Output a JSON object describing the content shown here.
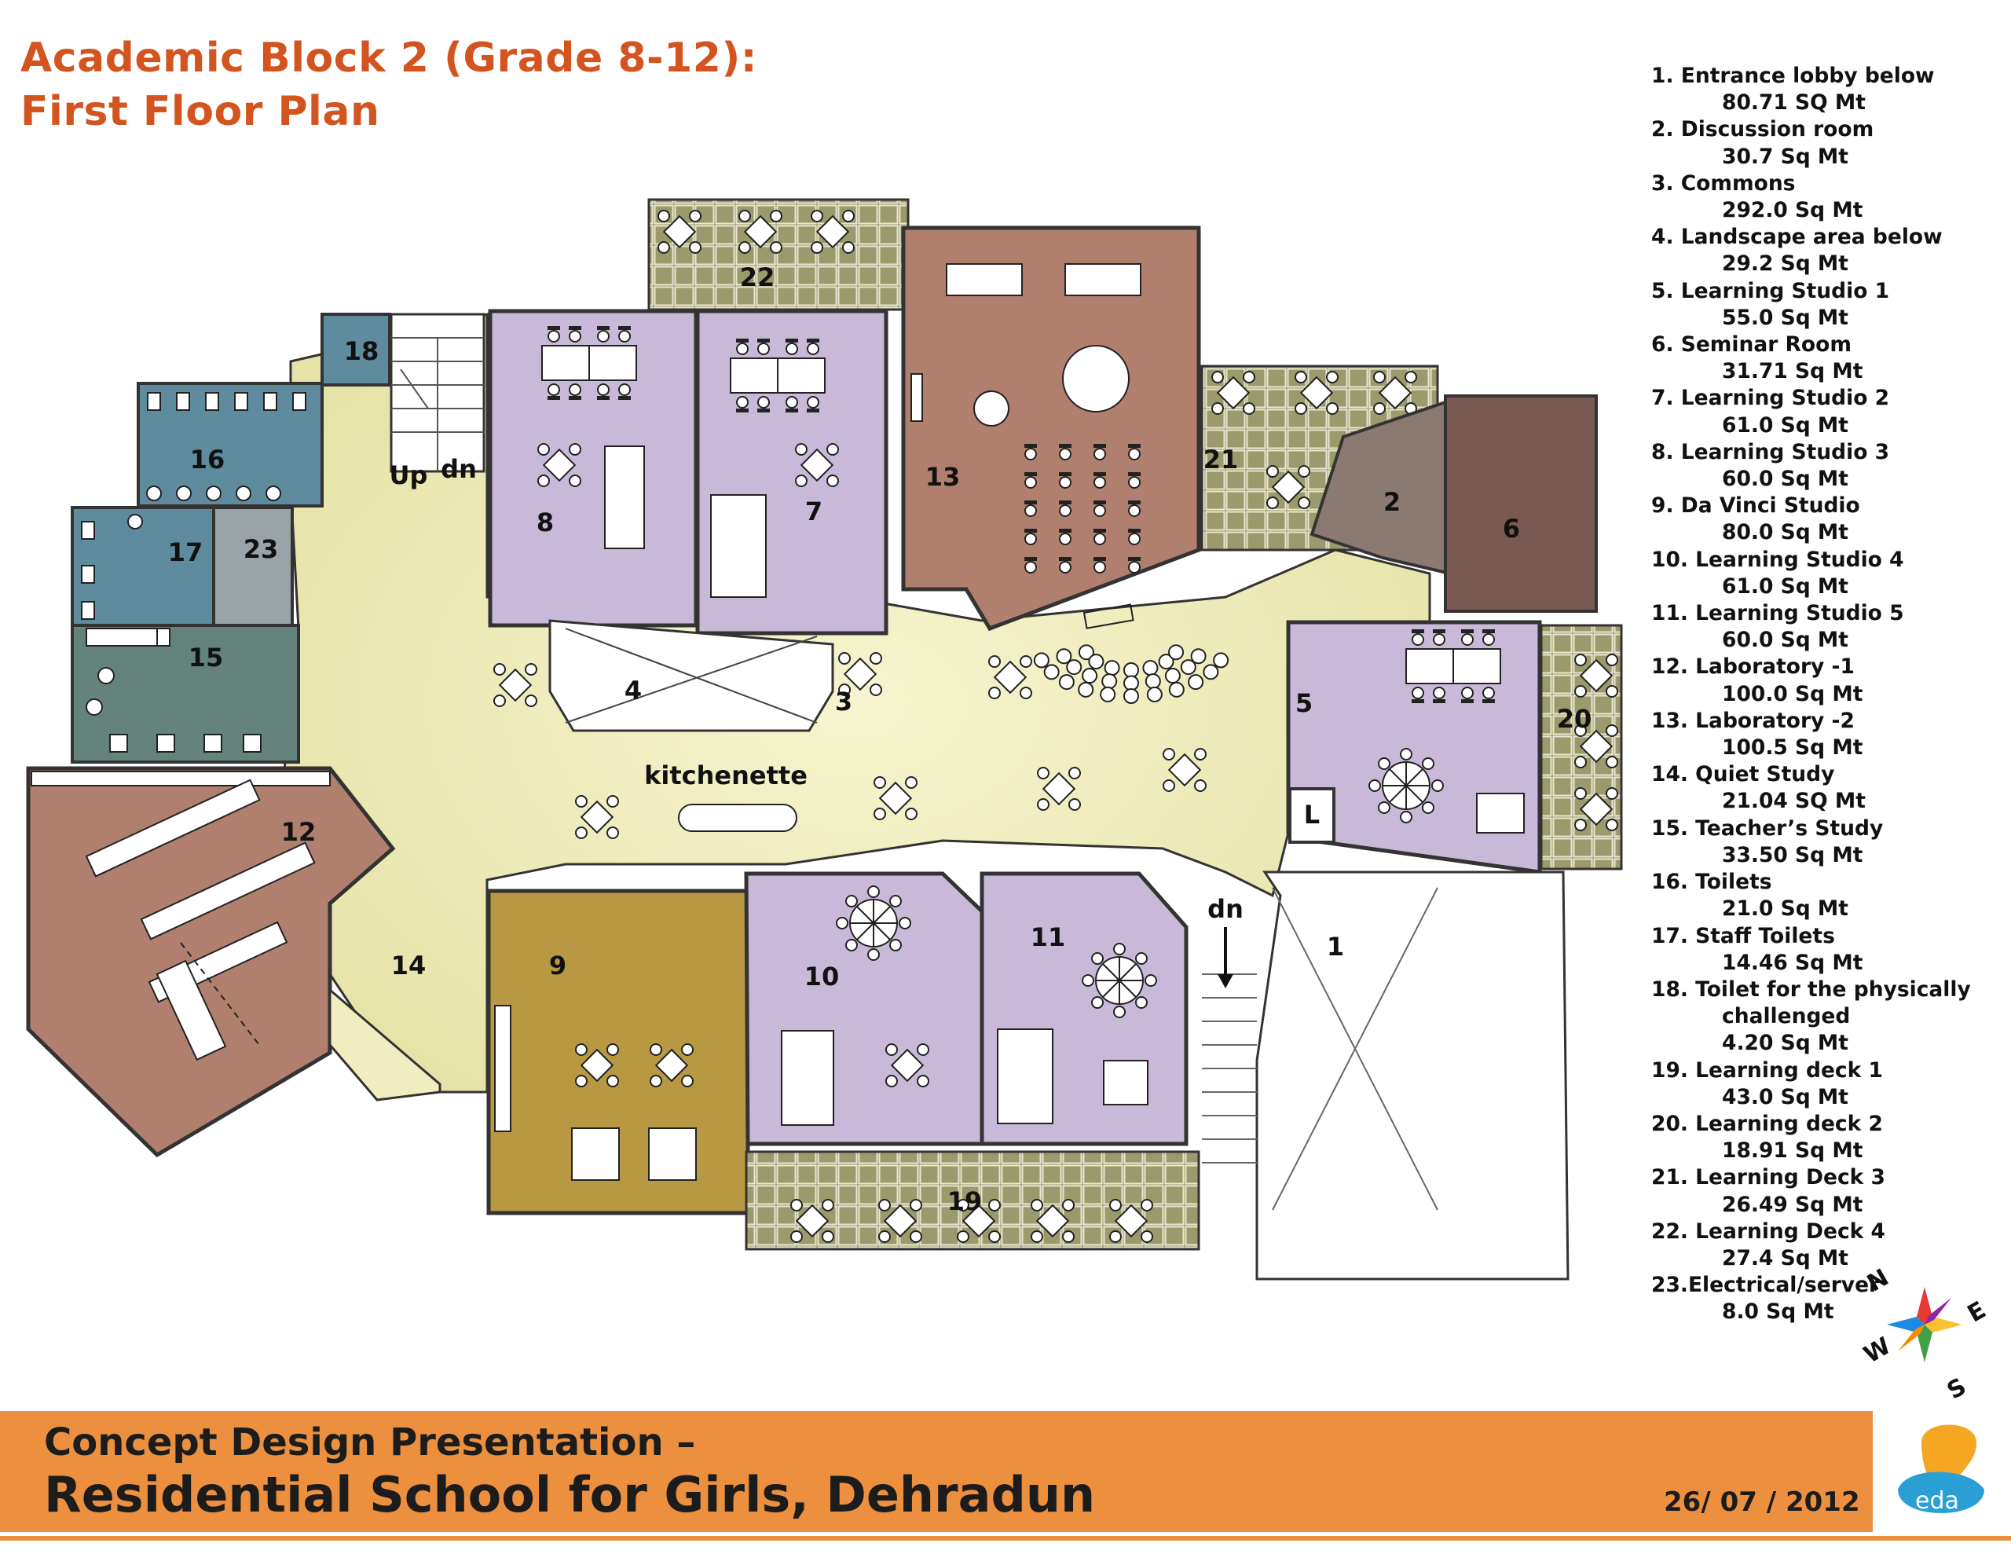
{
  "title": {
    "line1": "Academic Block 2 (Grade 8-12):",
    "line2": "First Floor Plan"
  },
  "plan_labels": {
    "up": "Up",
    "dn": "dn",
    "dn2": "dn",
    "kitchenette": "kitchenette",
    "lift": "L",
    "rooms": [
      "1",
      "2",
      "3",
      "4",
      "5",
      "6",
      "7",
      "8",
      "9",
      "10",
      "11",
      "12",
      "13",
      "14",
      "15",
      "16",
      "17",
      "18",
      "19",
      "20",
      "21",
      "22",
      "23"
    ]
  },
  "legend": [
    {
      "name": "1.  Entrance lobby below",
      "area": "80.71 SQ Mt"
    },
    {
      "name": "2. Discussion room",
      "area": "30.7 Sq Mt"
    },
    {
      "name": "3. Commons",
      "area": "292.0  Sq Mt"
    },
    {
      "name": "4. Landscape area below",
      "area": "29.2 Sq Mt"
    },
    {
      "name": "5. Learning Studio 1",
      "area": "55.0 Sq Mt"
    },
    {
      "name": "6. Seminar Room",
      "area": "31.71  Sq Mt"
    },
    {
      "name": "7. Learning Studio 2",
      "area": "61.0 Sq Mt"
    },
    {
      "name": "8. Learning Studio 3",
      "area": "60.0 Sq Mt"
    },
    {
      "name": "9. Da Vinci Studio",
      "area": "80.0 Sq Mt"
    },
    {
      "name": "10. Learning Studio 4",
      "area": "61.0 Sq Mt"
    },
    {
      "name": "11. Learning Studio 5",
      "area": "60.0 Sq Mt"
    },
    {
      "name": "12. Laboratory -1",
      "area": "100.0 Sq Mt"
    },
    {
      "name": "13. Laboratory -2",
      "area": "100.5 Sq Mt"
    },
    {
      "name": "14. Quiet Study",
      "area": "21.04 SQ Mt"
    },
    {
      "name": "15. Teacher’s Study",
      "area": "33.50 Sq Mt"
    },
    {
      "name": "16. Toilets",
      "area": "21.0  Sq Mt"
    },
    {
      "name": "17. Staff Toilets",
      "area": "14.46 Sq Mt"
    },
    {
      "name": "18. Toilet for the physically",
      "area": "challenged",
      "area2": "4.20 Sq Mt"
    },
    {
      "name": "19. Learning deck 1",
      "area": "43.0 Sq Mt"
    },
    {
      "name": "20. Learning deck 2",
      "area": "18.91 Sq Mt"
    },
    {
      "name": "21. Learning Deck 3",
      "area": "26.49 Sq Mt"
    },
    {
      "name": "22. Learning Deck 4",
      "area": "27.4 Sq Mt"
    },
    {
      "name": "23.Electrical/server",
      "area": "8.0 Sq Mt"
    }
  ],
  "compass": {
    "n": "N",
    "e": "E",
    "s": "S",
    "w": "W"
  },
  "footer": {
    "line1": "Concept Design Presentation –",
    "line2": "Residential School for Girls, Dehradun",
    "date": "26/ 07 / 2012",
    "logo_text": "eda"
  },
  "colors": {
    "title": "#d4541f",
    "footer_band": "#ec8f3f",
    "commons": "#f0eec0",
    "studio_purple": "#c9b9d9",
    "lab_brown": "#b07f6e",
    "deck_olive": "#9b9a6c",
    "toilet_blue": "#5f8b9e",
    "teacher_green": "#63837c",
    "davinci_gold": "#b89842",
    "seminar_dark": "#7a5a52"
  }
}
